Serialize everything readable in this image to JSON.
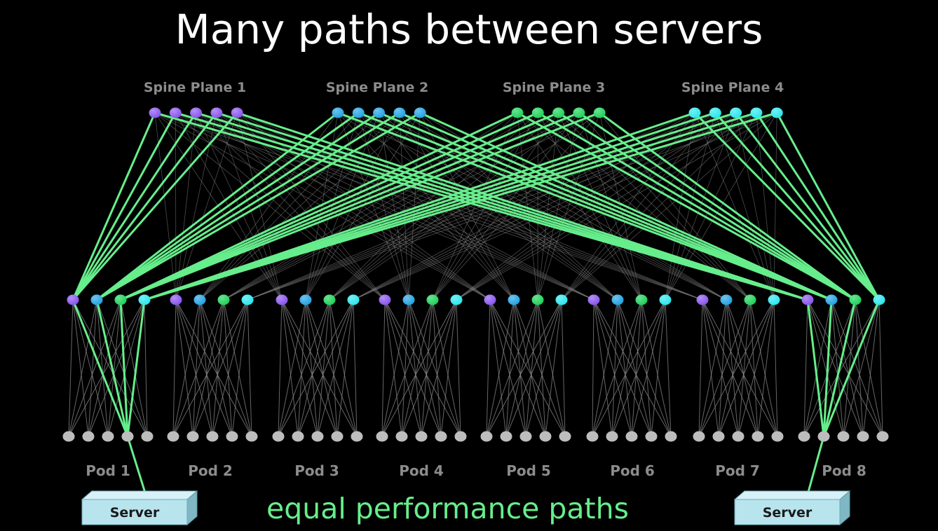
{
  "title": "Many paths between servers",
  "spine_planes": [
    {
      "label": "Spine Plane 1",
      "color": "#8a55ee"
    },
    {
      "label": "Spine Plane 2",
      "color": "#23a3e3"
    },
    {
      "label": "Spine Plane 3",
      "color": "#1ed25a"
    },
    {
      "label": "Spine Plane 4",
      "color": "#2be7ee"
    }
  ],
  "spine_switches_per_plane": 5,
  "pods": [
    {
      "label": "Pod 1"
    },
    {
      "label": "Pod 2"
    },
    {
      "label": "Pod 3"
    },
    {
      "label": "Pod 4"
    },
    {
      "label": "Pod 5"
    },
    {
      "label": "Pod 6"
    },
    {
      "label": "Pod 7"
    },
    {
      "label": "Pod 8"
    }
  ],
  "fabric_switches_per_pod": 4,
  "tor_switches_per_pod": 5,
  "servers": [
    {
      "label": "Server",
      "pod": 1
    },
    {
      "label": "Server",
      "pod": 8
    }
  ],
  "caption": "equal performance paths",
  "colors": {
    "background": "#000000",
    "highlight_path": "#66ee8c",
    "mesh_link": "#8a8a8a",
    "tor_switch": "#bdbdbd",
    "server_box": "#b8e4ee",
    "label_gray": "#8c8c8c"
  }
}
